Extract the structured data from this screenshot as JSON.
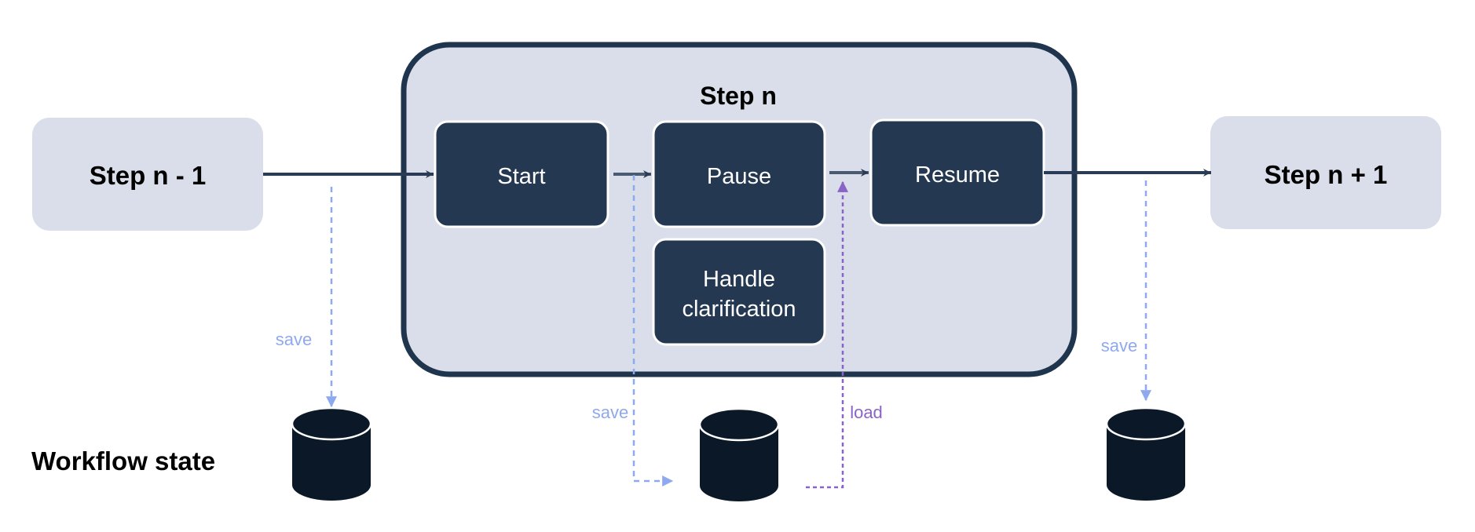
{
  "steps": {
    "prev": "Step n - 1",
    "current": "Step n",
    "next": "Step n + 1"
  },
  "substeps": {
    "start": "Start",
    "pause": "Pause",
    "resume": "Resume",
    "handle_line1": "Handle",
    "handle_line2": "clarification"
  },
  "labels": {
    "save_left": "save",
    "save_middle": "save",
    "load": "load",
    "save_right": "save",
    "workflow_state": "Workflow state"
  },
  "colors": {
    "light_box": "#d9deea",
    "dark_box": "#243851",
    "outline": "#1f344d",
    "arrow": "#2a3c55",
    "save": "#8fa9ef",
    "load": "#8a63c7",
    "cylinder": "#0b1828"
  }
}
